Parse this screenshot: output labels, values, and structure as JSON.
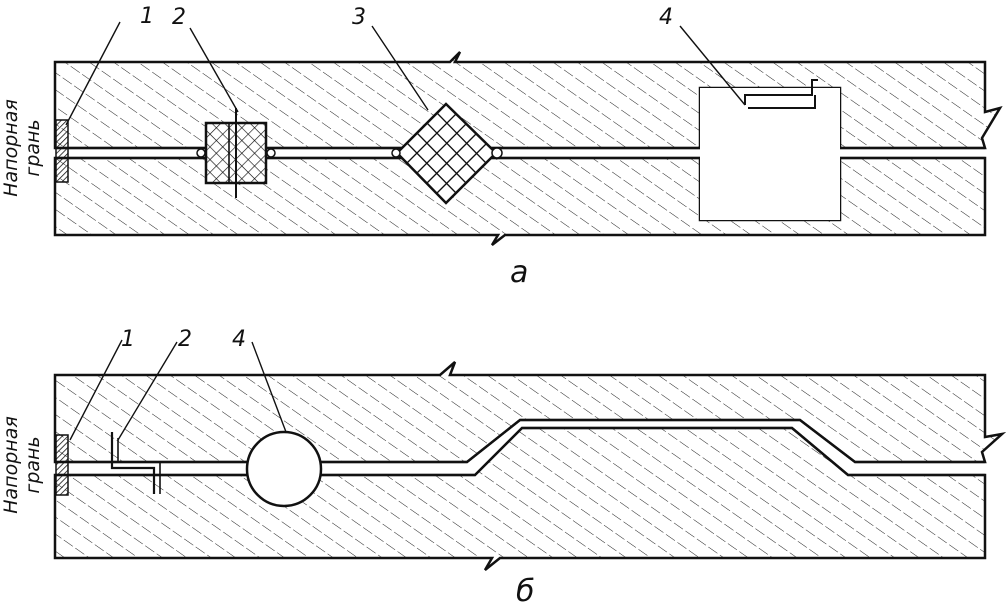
{
  "figure": {
    "panel_a": {
      "caption": "а",
      "face_label_line1": "Напорная",
      "face_label_line2": "грань",
      "callouts": [
        "1",
        "2",
        "3",
        "4"
      ]
    },
    "panel_b": {
      "caption": "б",
      "face_label_line1": "Напорная",
      "face_label_line2": "грань",
      "callouts": [
        "1",
        "2",
        "4"
      ]
    }
  },
  "colors": {
    "ink": "#111111",
    "paper": "#ffffff"
  }
}
